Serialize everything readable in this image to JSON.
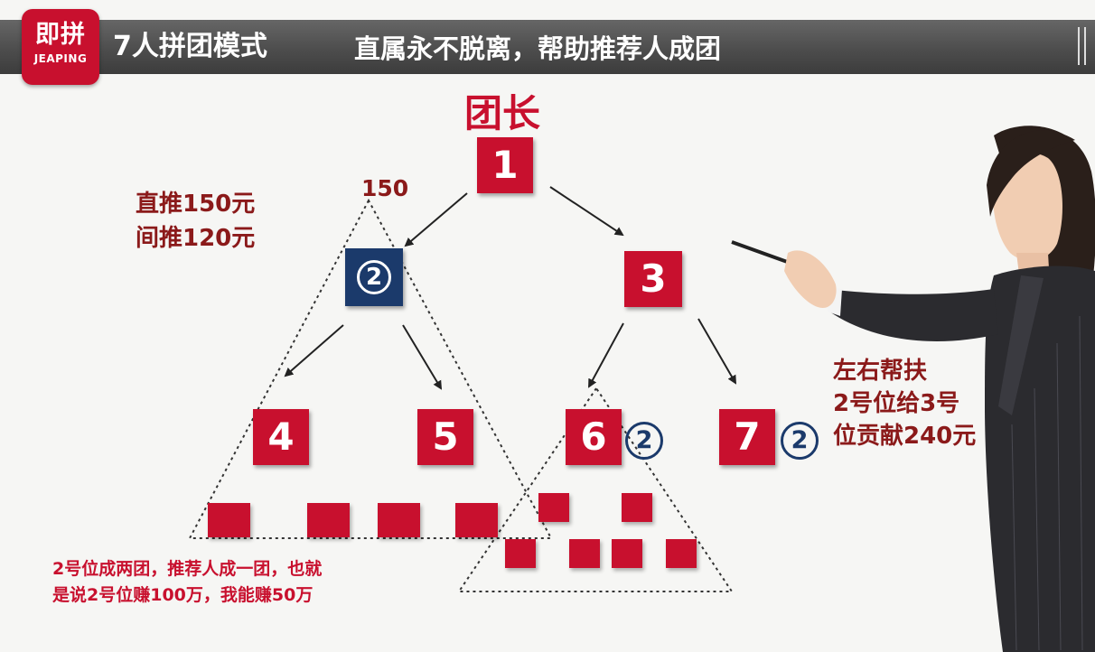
{
  "header": {
    "logo_cn": "即拼",
    "logo_en": "JEAPING",
    "title": "7人拼团模式",
    "subtitle": "直属永不脱离，帮助推荐人成团"
  },
  "diagram": {
    "leader_label": "团长",
    "amount_label": "150",
    "nodes": {
      "n1": "1",
      "n2": "2",
      "n3": "3",
      "n4": "4",
      "n5": "5",
      "n6": "6",
      "n7": "7"
    },
    "badge_6": "2",
    "badge_7": "2",
    "reward_lines": [
      "直推150元",
      "间推120元"
    ],
    "help_lines": [
      "左右帮扶",
      "2号位给3号",
      "位贡献240元"
    ],
    "bottom_lines": [
      "2号位成两团，推荐人成一团，也就",
      "是说2号位赚100万，我能赚50万"
    ]
  },
  "colors": {
    "box_red": "#c8102e",
    "navy": "#1b3a6b",
    "text_dark_red": "#8b1a1a",
    "header_gray": "#4d4d4d"
  }
}
